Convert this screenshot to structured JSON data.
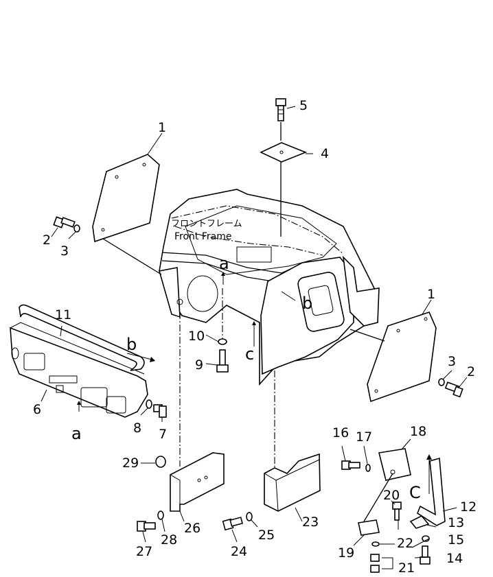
{
  "frame_label": {
    "japanese": "フロントフレーム",
    "english": "Front Frame"
  },
  "parts": [
    {
      "no": "1"
    },
    {
      "no": "2"
    },
    {
      "no": "3"
    },
    {
      "no": "4"
    },
    {
      "no": "5"
    },
    {
      "no": "6"
    },
    {
      "no": "7"
    },
    {
      "no": "8"
    },
    {
      "no": "9"
    },
    {
      "no": "10"
    },
    {
      "no": "11"
    },
    {
      "no": "12"
    },
    {
      "no": "13"
    },
    {
      "no": "14"
    },
    {
      "no": "15"
    },
    {
      "no": "16"
    },
    {
      "no": "17"
    },
    {
      "no": "18"
    },
    {
      "no": "19"
    },
    {
      "no": "20"
    },
    {
      "no": "21"
    },
    {
      "no": "22"
    },
    {
      "no": "23"
    },
    {
      "no": "24"
    },
    {
      "no": "25"
    },
    {
      "no": "26"
    },
    {
      "no": "27"
    },
    {
      "no": "28"
    },
    {
      "no": "29"
    }
  ],
  "ref_letters": {
    "a": "a",
    "b": "b",
    "c": "c",
    "C": "C"
  }
}
